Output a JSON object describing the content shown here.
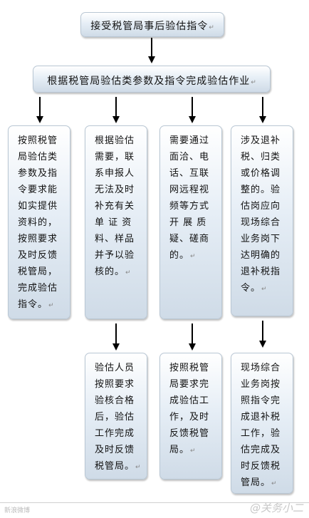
{
  "flow": {
    "step1": "接受税管局事后验估指令",
    "step2": "根据税管局验估类参数及指令完成验估作业",
    "col1": {
      "step3": "按照税管\n局验估类\n参数及指\n令要求能\n如实提供\n资料的，\n按照要求\n及时反馈\n税管局，\n完成验估\n指令。"
    },
    "col2": {
      "step3": "根据验估\n需要，联\n系申报人\n无法及时\n补充有关\n单 证 资\n料、样品\n并予以验\n核的。",
      "step4": "验估人员\n按照要求\n验核合格\n后，验估\n工作完成\n及时反馈\n税管局。"
    },
    "col3": {
      "step3": "需要通过\n面洽、电\n话、互联\n网远程视\n频等方式\n开 展 质\n疑、磋商\n的。",
      "step4": "按照税管\n局要求完\n成验估工\n作，及时\n反馈税管\n局。"
    },
    "col4": {
      "step3": "涉及退补\n税、归类\n或价格调\n整的。验\n估岗应向\n现场综合\n业务岗下\n达明确的\n退补税指\n令。",
      "step4": "现场综合\n业务岗按\n照指令完\n成退补税\n工作，验\n估完成及\n时反馈税\n管局。"
    }
  },
  "paragraph_mark": "↵",
  "watermarks": {
    "left": "新浪微博",
    "right": "@关务小二"
  }
}
